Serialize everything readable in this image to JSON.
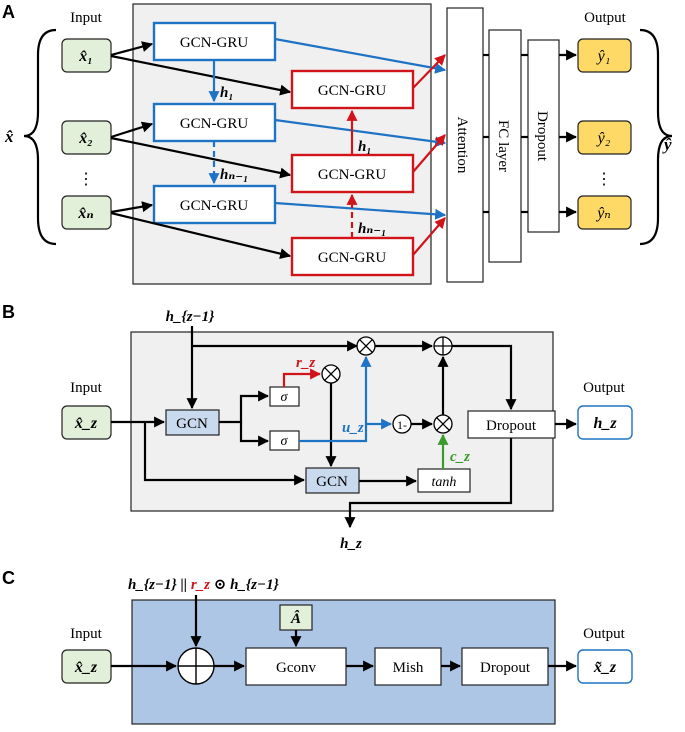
{
  "panel_a": {
    "label": "A",
    "input_title": "Input",
    "output_title": "Output",
    "x_group": "x̂",
    "y_group": "ŷ",
    "inputs": [
      "x̂₁",
      "x̂₂",
      "⋮",
      "x̂ₙ"
    ],
    "outputs": [
      "ŷ₁",
      "ŷ₂",
      "⋮",
      "ŷₙ"
    ],
    "gcn_gru": "GCN-GRU",
    "h1": "h₁",
    "hn1": "hₙ₋₁",
    "attention": "Attention",
    "fc_layer": "FC layer",
    "dropout": "Dropout"
  },
  "panel_b": {
    "label": "B",
    "input_title": "Input",
    "output_title": "Output",
    "h_prev": "h_{z−1}",
    "x_in": "x̂_z",
    "gcn": "GCN",
    "sigma": "σ",
    "r_z": "r_z",
    "u_z": "u_z",
    "c_z": "c_z",
    "one_minus": "1-",
    "tanh": "tanh",
    "dropout": "Dropout",
    "h_out": "h_z",
    "h_bottom": "h_z"
  },
  "panel_c": {
    "label": "C",
    "input_title": "Input",
    "output_title": "Output",
    "top_formula_1": "h_{z−1} || ",
    "top_formula_r": "r_z",
    "top_formula_2": " ⊙ h_{z−1}",
    "a_hat": "Â",
    "x_in": "x̂_z",
    "gconv": "Gconv",
    "mish": "Mish",
    "dropout": "Dropout",
    "x_out": "x̃_z"
  },
  "colors": {
    "blue": "#1f73c4",
    "red": "#d0141a",
    "green": "#3a9a2a",
    "input_fill": "#e2f0d9",
    "output_fill": "#ffd966",
    "panel_gray": "#f0f0f0",
    "panel_blue": "#aec6e6",
    "gcn_fill": "#c9d9ee"
  }
}
